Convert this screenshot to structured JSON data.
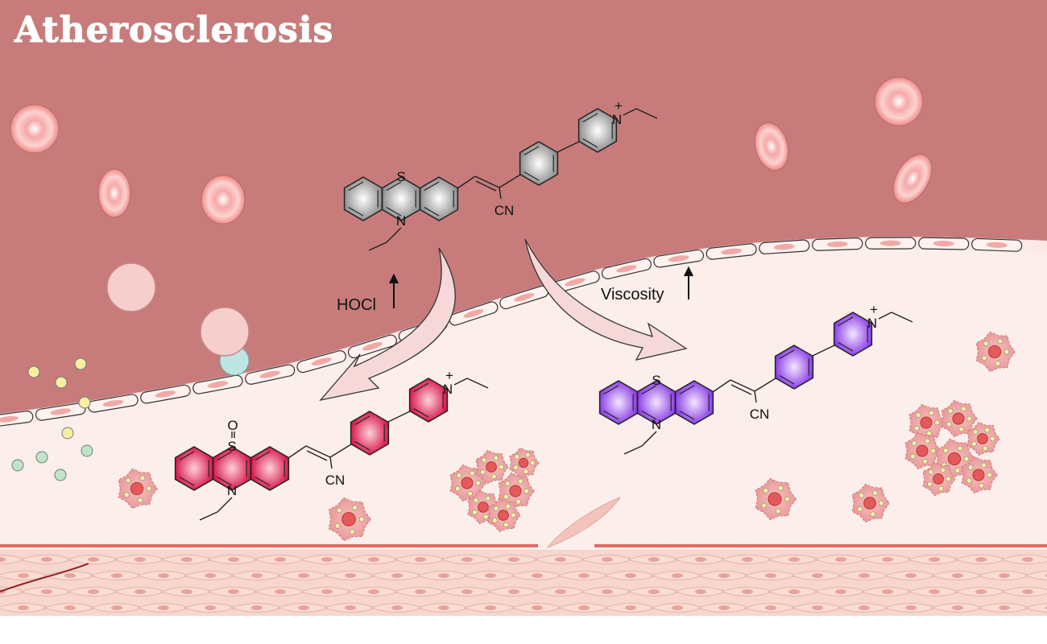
{
  "title": "Atherosclerosis",
  "conditions": {
    "hocl": "HOCl",
    "viscosity": "Viscosity"
  },
  "atoms": {
    "sulfur": "S",
    "nitrogen": "N",
    "cyano": "CN",
    "oxygen": "O",
    "plus": "+"
  },
  "colors": {
    "lumen": "#c77c7b",
    "tissue": "#fbeeeb",
    "probe_gray": "#8f8f8f",
    "probe_red": "#d81a4c",
    "probe_purple": "#8b3fe6",
    "arrow_fill": "#f6d8d8"
  },
  "molecules": [
    {
      "id": "probe",
      "color_key": "probe_gray",
      "oxidized": false
    },
    {
      "id": "hocl-product",
      "color_key": "probe_red",
      "oxidized": true
    },
    {
      "id": "viscosity-state",
      "color_key": "probe_purple",
      "oxidized": false
    }
  ]
}
